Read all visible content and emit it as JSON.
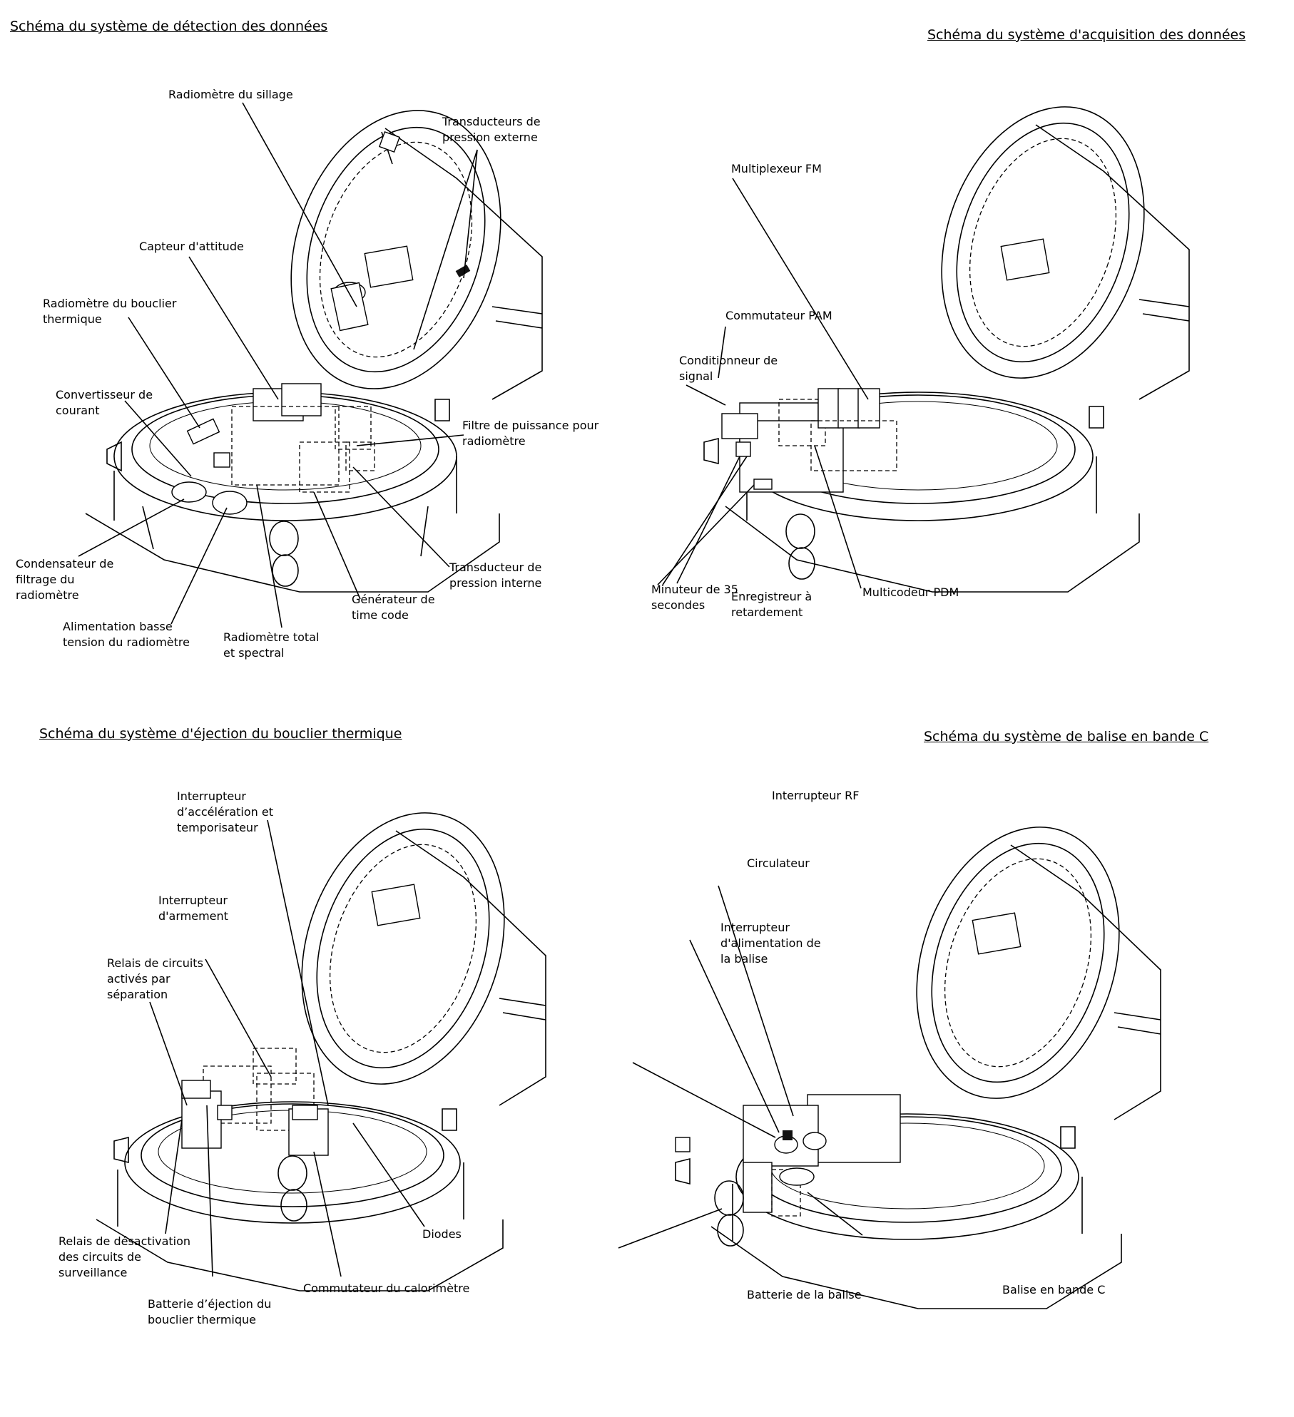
{
  "panels": [
    {
      "title": "Schéma du système de détection des données",
      "labels": [
        "Radiomètre du sillage",
        "Transducteurs de\npression externe",
        "Capteur d'attitude",
        "Radiomètre du bouclier\nthermique",
        "Convertisseur de\ncourant",
        "Filtre de puissance pour\nradiomètre",
        "Condensateur de\nfiltrage du\nradiomètre",
        "Transducteur de\npression interne",
        "Générateur de\ntime code",
        "Alimentation basse\ntension du radiomètre",
        "Radiomètre total\net spectral"
      ]
    },
    {
      "title": "Schéma du système d'acquisition des données",
      "labels": [
        "Multiplexeur FM",
        "Commutateur PAM",
        "Conditionneur de\nsignal",
        "Minuteur de 35\nsecondes",
        "Enregistreur à\nretardement",
        "Multicodeur PDM"
      ]
    },
    {
      "title": "Schéma du système d'éjection du bouclier thermique",
      "labels": [
        "Interrupteur\nd’accélération et\ntemporisateur",
        "Interrupteur\nd'armement",
        "Relais de circuits\nactivés par\nséparation",
        "Relais de désactivation\ndes circuits de\nsurveillance",
        "Diodes",
        "Batterie d’éjection du\nbouclier thermique",
        "Commutateur du calorimètre"
      ]
    },
    {
      "title": "Schéma du système de balise en bande C",
      "labels": [
        "Interrupteur RF",
        "Circulateur",
        "Interrupteur\nd'alimentation de\nla balise",
        "Batterie de la balise",
        "Balise en bande C"
      ]
    }
  ]
}
